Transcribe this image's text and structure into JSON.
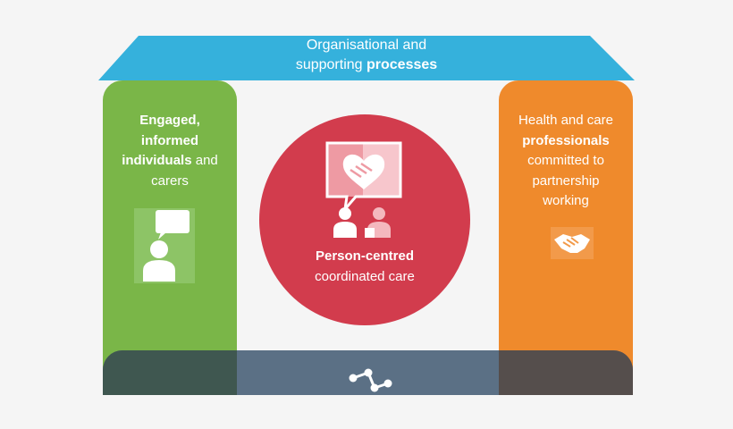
{
  "roof": {
    "line1": "Organisational and",
    "line2_prefix": "supporting ",
    "line2_bold": "processes"
  },
  "left_pillar": {
    "bold1": "Engaged,",
    "bold2": "informed",
    "bold3": "individuals",
    "text3_suffix": " and",
    "text4": "carers"
  },
  "right_pillar": {
    "text1": "Health and care",
    "bold2": "professionals",
    "text3": "committed to",
    "text4": "partnership",
    "text5": "working"
  },
  "center": {
    "bold": "Person-centred",
    "text": "coordinated care"
  },
  "colors": {
    "roof": "#35b1dc",
    "left_pillar": "#7ab648",
    "right_pillar": "#ef8a2c",
    "center_circle": "#d23c4d",
    "base": "#5b7085",
    "background": "#f5f5f5"
  },
  "icons": {
    "left_pillar": "person-speech-bubble-icon",
    "right_pillar": "handshake-icon",
    "center": "handshake-speech-bubble-icon",
    "center_people": "two-people-icon",
    "base": "network-nodes-icon"
  }
}
